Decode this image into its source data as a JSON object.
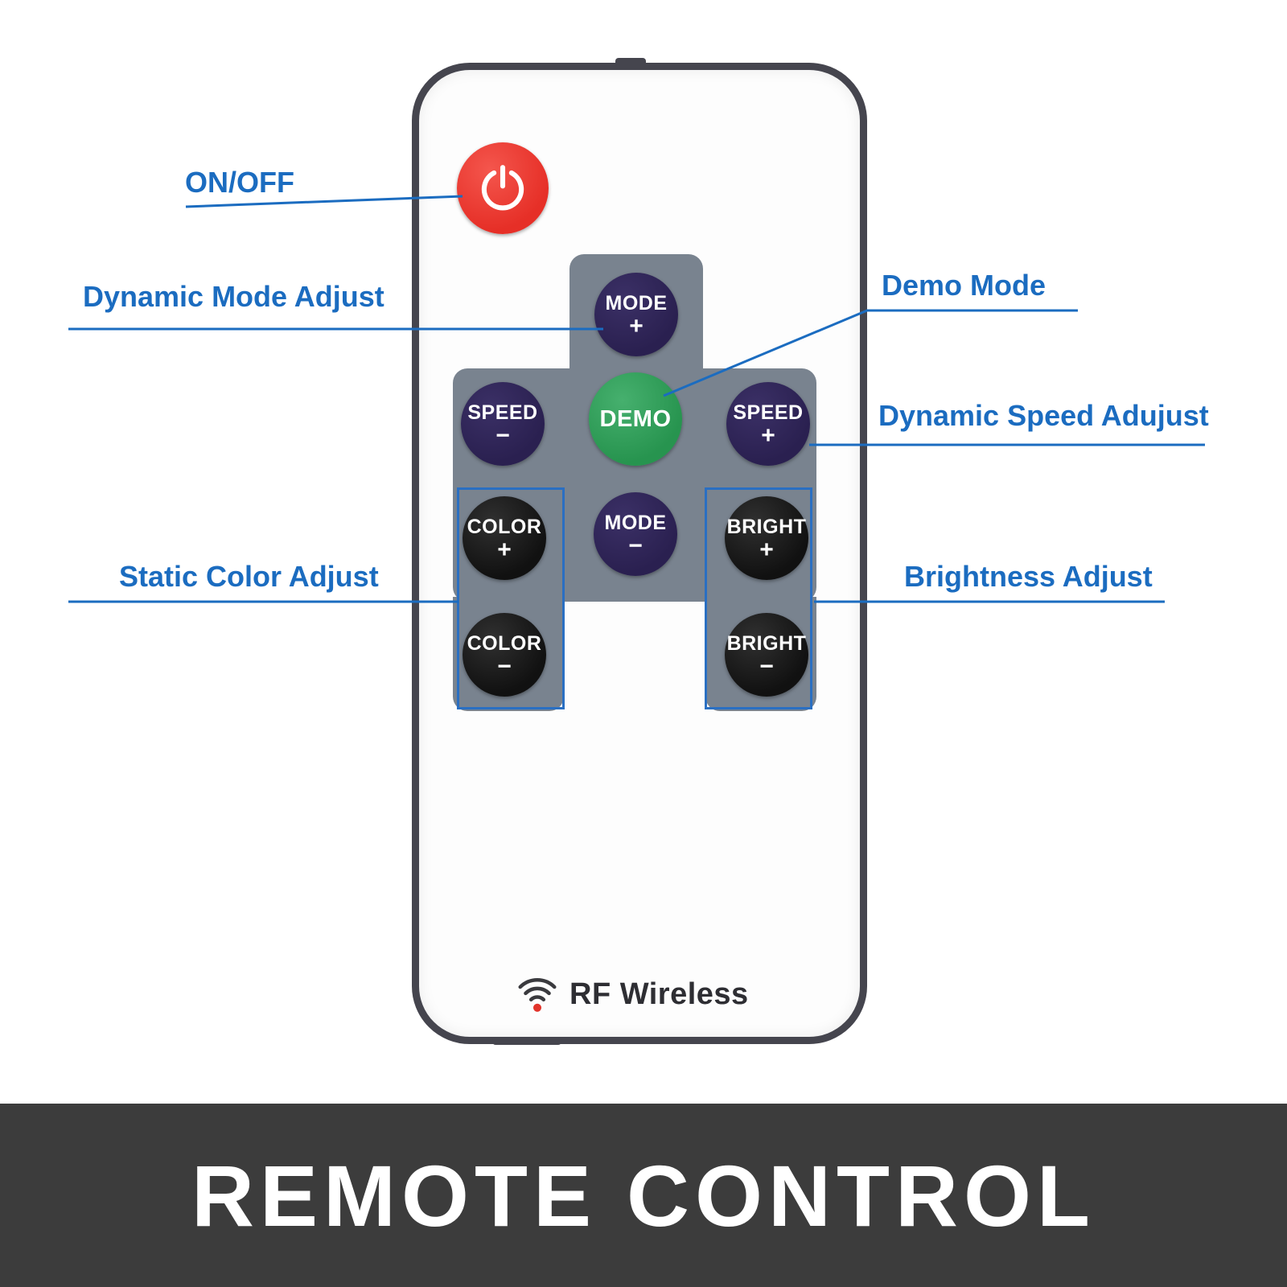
{
  "banner": {
    "title": "REMOTE CONTROL"
  },
  "remote": {
    "brand": "RF Wireless",
    "buttons": {
      "power": {
        "icon": "power-icon"
      },
      "mode_plus": {
        "line1": "MODE",
        "line2": "+"
      },
      "speed_minus": {
        "line1": "SPEED",
        "line2": "−"
      },
      "demo": {
        "line1": "DEMO"
      },
      "speed_plus": {
        "line1": "SPEED",
        "line2": "+"
      },
      "color_plus": {
        "line1": "COLOR",
        "line2": "+"
      },
      "mode_minus": {
        "line1": "MODE",
        "line2": "−"
      },
      "bright_plus": {
        "line1": "BRIGHT",
        "line2": "+"
      },
      "color_minus": {
        "line1": "COLOR",
        "line2": "−"
      },
      "bright_minus": {
        "line1": "BRIGHT",
        "line2": "−"
      }
    }
  },
  "callouts": {
    "on_off": "ON/OFF",
    "dynamic_mode": "Dynamic Mode Adjust",
    "demo_mode": "Demo Mode",
    "dynamic_speed": "Dynamic Speed Adujust",
    "static_color": "Static Color Adjust",
    "brightness": "Brightness Adjust"
  },
  "colors": {
    "label_blue": "#1b6cc0",
    "power_red": "#e62f27",
    "demo_green": "#2f9e5c",
    "navy_button": "#2a2050",
    "black_button": "#161616",
    "panel_gray": "#79838f",
    "banner_bg": "#3c3c3c"
  }
}
